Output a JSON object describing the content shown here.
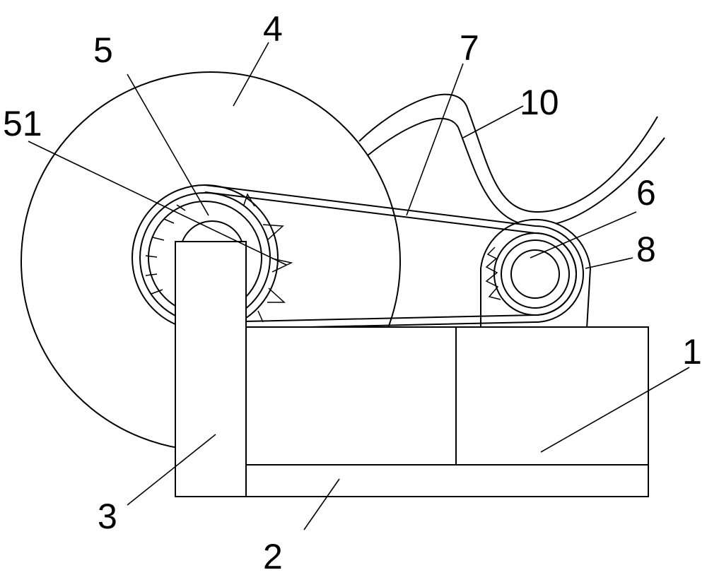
{
  "labels": {
    "l1": "1",
    "l2": "2",
    "l3": "3",
    "l4": "4",
    "l5": "5",
    "l51": "51",
    "l6": "6",
    "l7": "7",
    "l8": "8",
    "l10": "10"
  }
}
